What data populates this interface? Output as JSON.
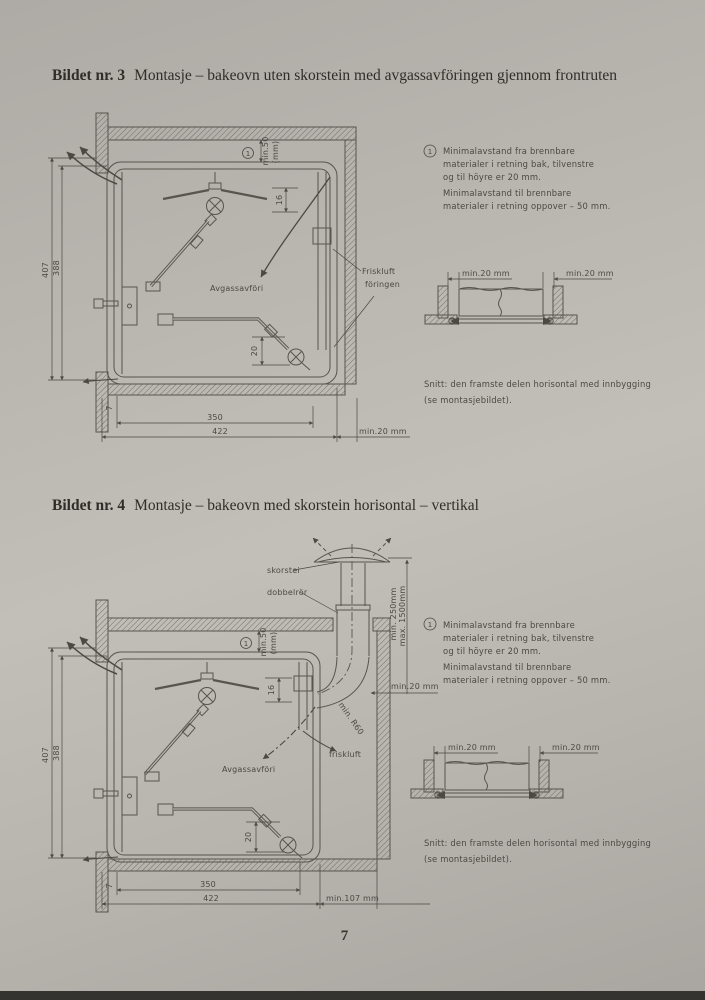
{
  "page": {
    "number": "7"
  },
  "fig3": {
    "title_label": "Bildet nr. 3",
    "title_text": "Montasje – bakeovn uten skorstein med avgassavföringen gjennom frontruten",
    "note": {
      "marker": "1",
      "lines": [
        "Minimalavstand fra brennbare",
        "materialer i retning bak, tilvenstre",
        "og til höyre er 20 mm.",
        "Minimalavstand til brennbare",
        "materialer i retning oppover – 50 mm."
      ]
    },
    "labels": {
      "avgass": "Avgassavföri",
      "friskluft_line1": "Friskluft",
      "friskluft_line2": "föringen"
    },
    "dims": {
      "marker": "1",
      "min50": "min.50",
      "mm_unit": "(mm)",
      "d16": "16",
      "d20": "20",
      "d7": "7",
      "d407": "407",
      "d388": "388",
      "d350": "350",
      "d422": "422",
      "min20": "min.20 mm"
    },
    "section": {
      "min20_left": "min.20 mm",
      "min20_right": "min.20 mm",
      "caption_line1": "Snitt: den framste delen horisontal med innbygging",
      "caption_line2": "(se montasjebildet)."
    }
  },
  "fig4": {
    "title_label": "Bildet nr. 4",
    "title_text": "Montasje – bakeovn med skorstein horisontal – vertikal",
    "note": {
      "marker": "1",
      "lines": [
        "Minimalavstand fra brennbare",
        "materialer i retning bak, tilvenstre",
        "og til höyre er 20 mm.",
        "Minimalavstand til brennbare",
        "materialer i retning oppover – 50 mm."
      ]
    },
    "labels": {
      "skorstein": "skorstei",
      "dobbelror": "dobbelrör",
      "min250": "min. 250mm",
      "max1500": "max. 1500mm",
      "min20_top": "min.20 mm",
      "min_r60": "min. R60",
      "friskluft": "friskluft",
      "avgass": "Avgassavföri"
    },
    "dims": {
      "marker": "1",
      "min50": "min.50",
      "mm_unit": "(mm)",
      "d16": "16",
      "d20": "20",
      "d7": "7",
      "d407": "407",
      "d388": "388",
      "d350": "350",
      "d422": "422",
      "min107": "min.107 mm"
    },
    "section": {
      "min20_left": "min.20 mm",
      "min20_right": "min.20 mm",
      "caption_line1": "Snitt: den framste delen horisontal med innbygging",
      "caption_line2": "(se montasjebildet)."
    }
  }
}
